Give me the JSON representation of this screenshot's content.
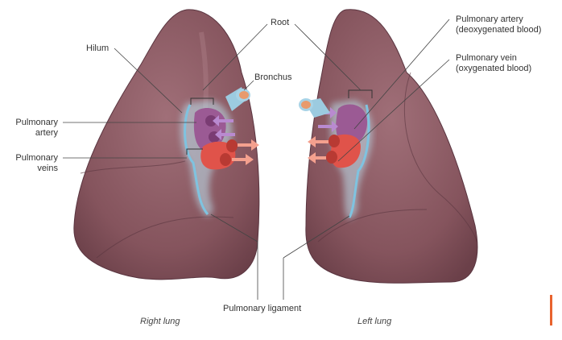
{
  "figure": {
    "labels": {
      "hilum": "Hilum",
      "root": "Root",
      "bronchus": "Bronchus",
      "pulmonary_artery_right": [
        "Pulmonary",
        "artery"
      ],
      "pulmonary_veins_right": [
        "Pulmonary",
        "veins"
      ],
      "pulmonary_artery_left": [
        "Pulmonary artery",
        "(deoxygenated blood)"
      ],
      "pulmonary_vein_left": [
        "Pulmonary vein",
        "(oxygenated blood)"
      ],
      "pulmonary_ligament": "Pulmonary ligament"
    },
    "captions": {
      "right": "Right lung",
      "left": "Left lung"
    },
    "colors": {
      "lung": "#8a5a62",
      "lung_dark": "#6e434b",
      "pleura": "#a9d6e8",
      "artery": "#9b5a94",
      "vein": "#e0534a",
      "arrow_vein": "#f4a08e",
      "arrow_artery": "#b98ad0",
      "bronchus": "#e89a6c",
      "accent_bar": "#e8632e"
    }
  }
}
